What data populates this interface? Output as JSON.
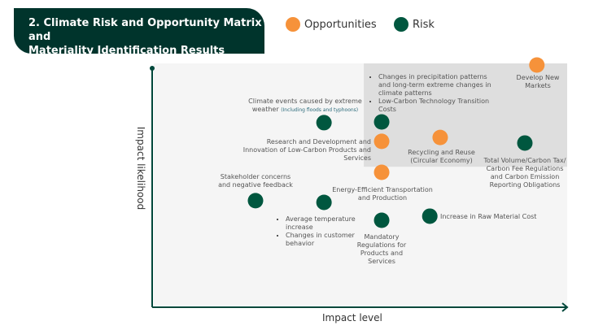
{
  "header": {
    "title_line1": "2.  Climate Risk and Opportunity Matrix and",
    "title_line2": "Materiality Identification Results"
  },
  "legend": [
    {
      "label": "Opportunities",
      "color": "#f6923a"
    },
    {
      "label": "Risk",
      "color": "#00573f"
    }
  ],
  "chart_data": {
    "type": "scatter",
    "title": "Climate Risk and Opportunity Matrix and Materiality Identification Results",
    "xlabel": "Impact level",
    "ylabel": "Impact likelihood",
    "xlim": [
      0,
      100
    ],
    "ylim": [
      0,
      100
    ],
    "highlight_region": {
      "x": [
        51,
        100
      ],
      "y": [
        58,
        100
      ]
    },
    "points": [
      {
        "series": "Opportunities",
        "x": 92.7,
        "y": 100,
        "label": "Develop New Markets"
      },
      {
        "series": "Risk",
        "x": 41.4,
        "y": 76.2,
        "label": "Climate events caused by extreme weather",
        "note": "(Including floods and typhoons)"
      },
      {
        "series": "Risk",
        "x": 55.3,
        "y": 76.5,
        "label": "Changes in precipitation patterns and long-term extreme changes in climate patterns",
        "label2": "Low-Carbon Technology Transition Costs"
      },
      {
        "series": "Opportunities",
        "x": 55.3,
        "y": 68.5,
        "label": "Research and Development and Innovation of Low-Carbon Products and Services"
      },
      {
        "series": "Opportunities",
        "x": 69.4,
        "y": 70.1,
        "label": "Recycling and Reuse (Circular Economy)"
      },
      {
        "series": "Risk",
        "x": 89.8,
        "y": 67.8,
        "label": "Total Volume/Carbon Tax/ Carbon Fee Regulations and Carbon Emission Reporting Obligations"
      },
      {
        "series": "Opportunities",
        "x": 55.3,
        "y": 55.7,
        "label": "Energy-Efficient Transportation and Production"
      },
      {
        "series": "Risk",
        "x": 24.9,
        "y": 44.0,
        "label": "Stakeholder concerns and negative feedback"
      },
      {
        "series": "Risk",
        "x": 41.4,
        "y": 43.3,
        "label": "Average temperature increase",
        "label2": "Changes in customer behavior"
      },
      {
        "series": "Risk",
        "x": 55.3,
        "y": 35.9,
        "label": "Mandatory Regulations for Products and Services"
      },
      {
        "series": "Risk",
        "x": 66.9,
        "y": 37.6,
        "label": "Increase in Raw Material Cost"
      }
    ]
  }
}
